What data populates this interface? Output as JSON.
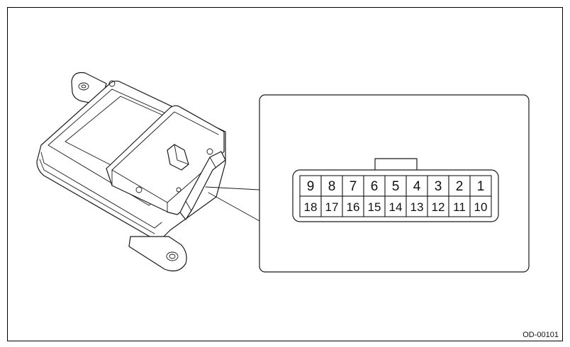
{
  "figure": {
    "reference_code": "OD-00101"
  },
  "connector": {
    "top_row_pins": [
      "9",
      "8",
      "7",
      "6",
      "5",
      "4",
      "3",
      "2",
      "1"
    ],
    "bottom_row_pins": [
      "18",
      "17",
      "16",
      "15",
      "14",
      "13",
      "12",
      "11",
      "10"
    ]
  }
}
